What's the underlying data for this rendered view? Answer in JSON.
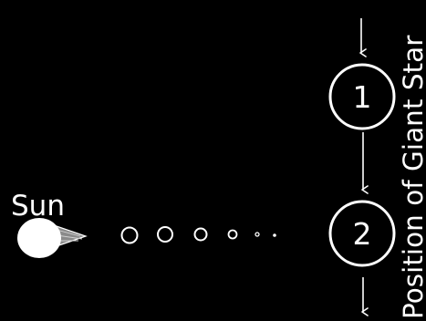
{
  "diagram": {
    "sun_label": "Sun",
    "star_positions": [
      "1",
      "2"
    ],
    "side_label": "Position of Giant Star",
    "colors": {
      "background": "#000000",
      "foreground": "#ffffff",
      "sun_fill": "#ffffff",
      "sun_beam": "#8a8a8a"
    }
  }
}
